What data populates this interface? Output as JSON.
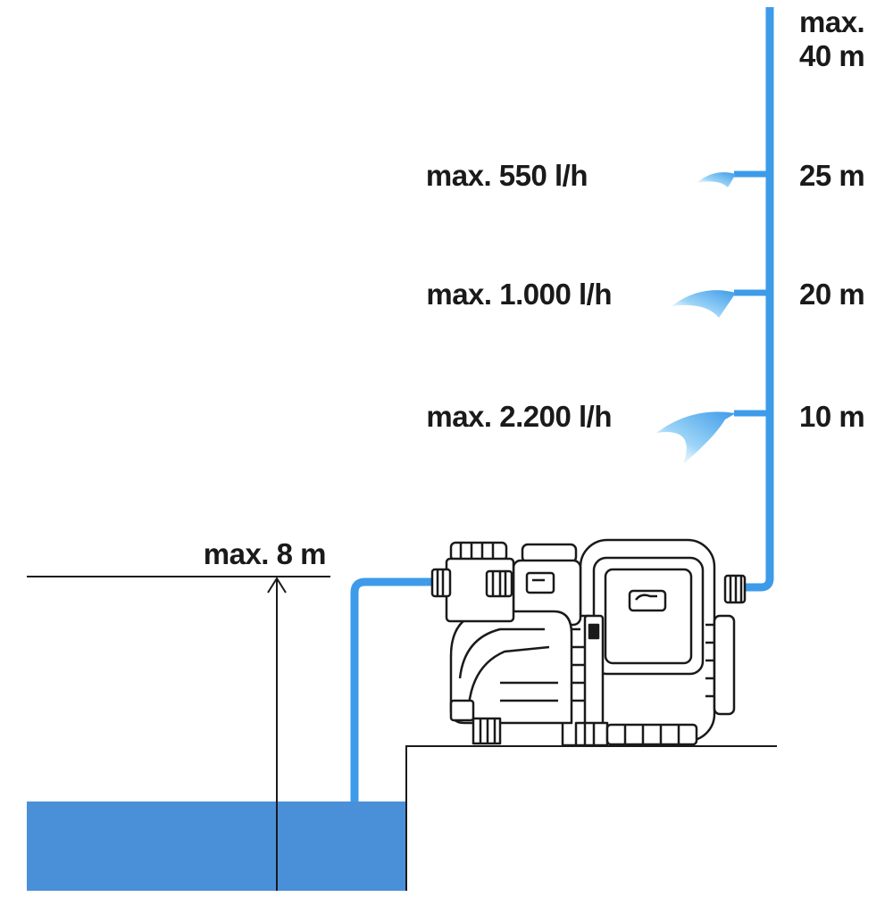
{
  "diagram": {
    "suction": {
      "label": "max. 8 m"
    },
    "head": [
      {
        "height": "max.",
        "height_line2": "40 m"
      },
      {
        "height": "25 m",
        "flow": "max. 550 l/h"
      },
      {
        "height": "20 m",
        "flow": "max. 1.000 l/h"
      },
      {
        "height": "10 m",
        "flow": "max. 2.200 l/h"
      }
    ]
  },
  "colors": {
    "water": "#4a90d9",
    "pipe": "#3d9be9",
    "spray": "#8fd0f5",
    "line": "#1a1a1a",
    "pump_outline": "#1a1a1a",
    "pump_fill": "#ffffff"
  }
}
